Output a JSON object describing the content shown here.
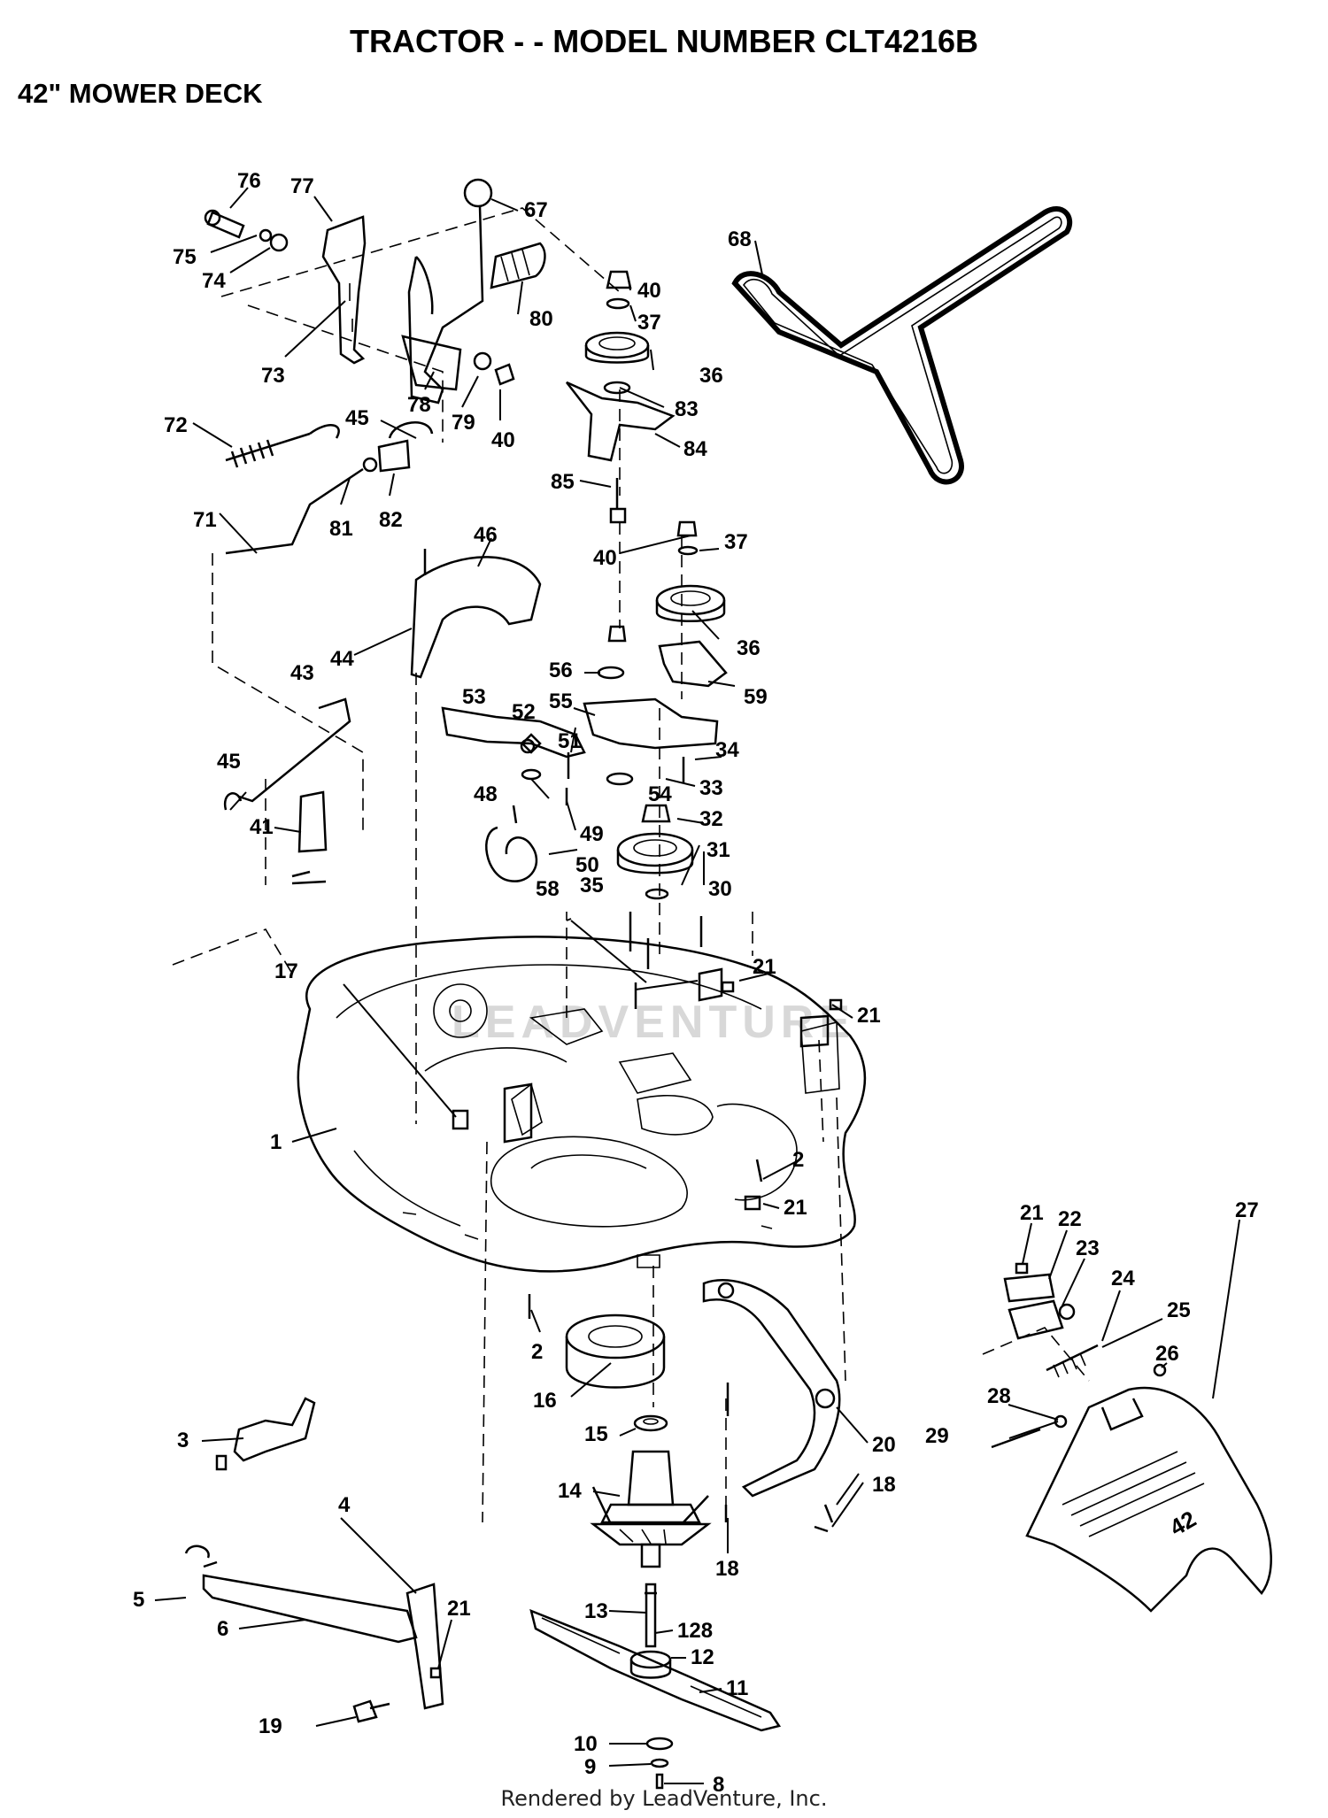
{
  "header": {
    "title": "TRACTOR - - MODEL NUMBER CLT4216B",
    "subtitle": "42\" MOWER DECK"
  },
  "watermark": "LEADVENTURE",
  "footer": "Rendered by LeadVenture, Inc.",
  "callouts": [
    "76",
    "77",
    "75",
    "74",
    "67",
    "73",
    "80",
    "78",
    "79",
    "40",
    "72",
    "45",
    "71",
    "81",
    "82",
    "68",
    "40",
    "37",
    "36",
    "83",
    "84",
    "85",
    "46",
    "44",
    "40",
    "37",
    "36",
    "56",
    "59",
    "55",
    "43",
    "53",
    "52",
    "51",
    "34",
    "45",
    "48",
    "54",
    "33",
    "41",
    "49",
    "32",
    "50",
    "31",
    "58",
    "30",
    "35",
    "21",
    "17",
    "21",
    "1",
    "2",
    "21",
    "21",
    "22",
    "23",
    "24",
    "2",
    "16",
    "25",
    "15",
    "26",
    "20",
    "28",
    "27",
    "29",
    "14",
    "18",
    "18",
    "3",
    "4",
    "5",
    "6",
    "21",
    "13",
    "128",
    "12",
    "11",
    "19",
    "10",
    "9",
    "8"
  ]
}
